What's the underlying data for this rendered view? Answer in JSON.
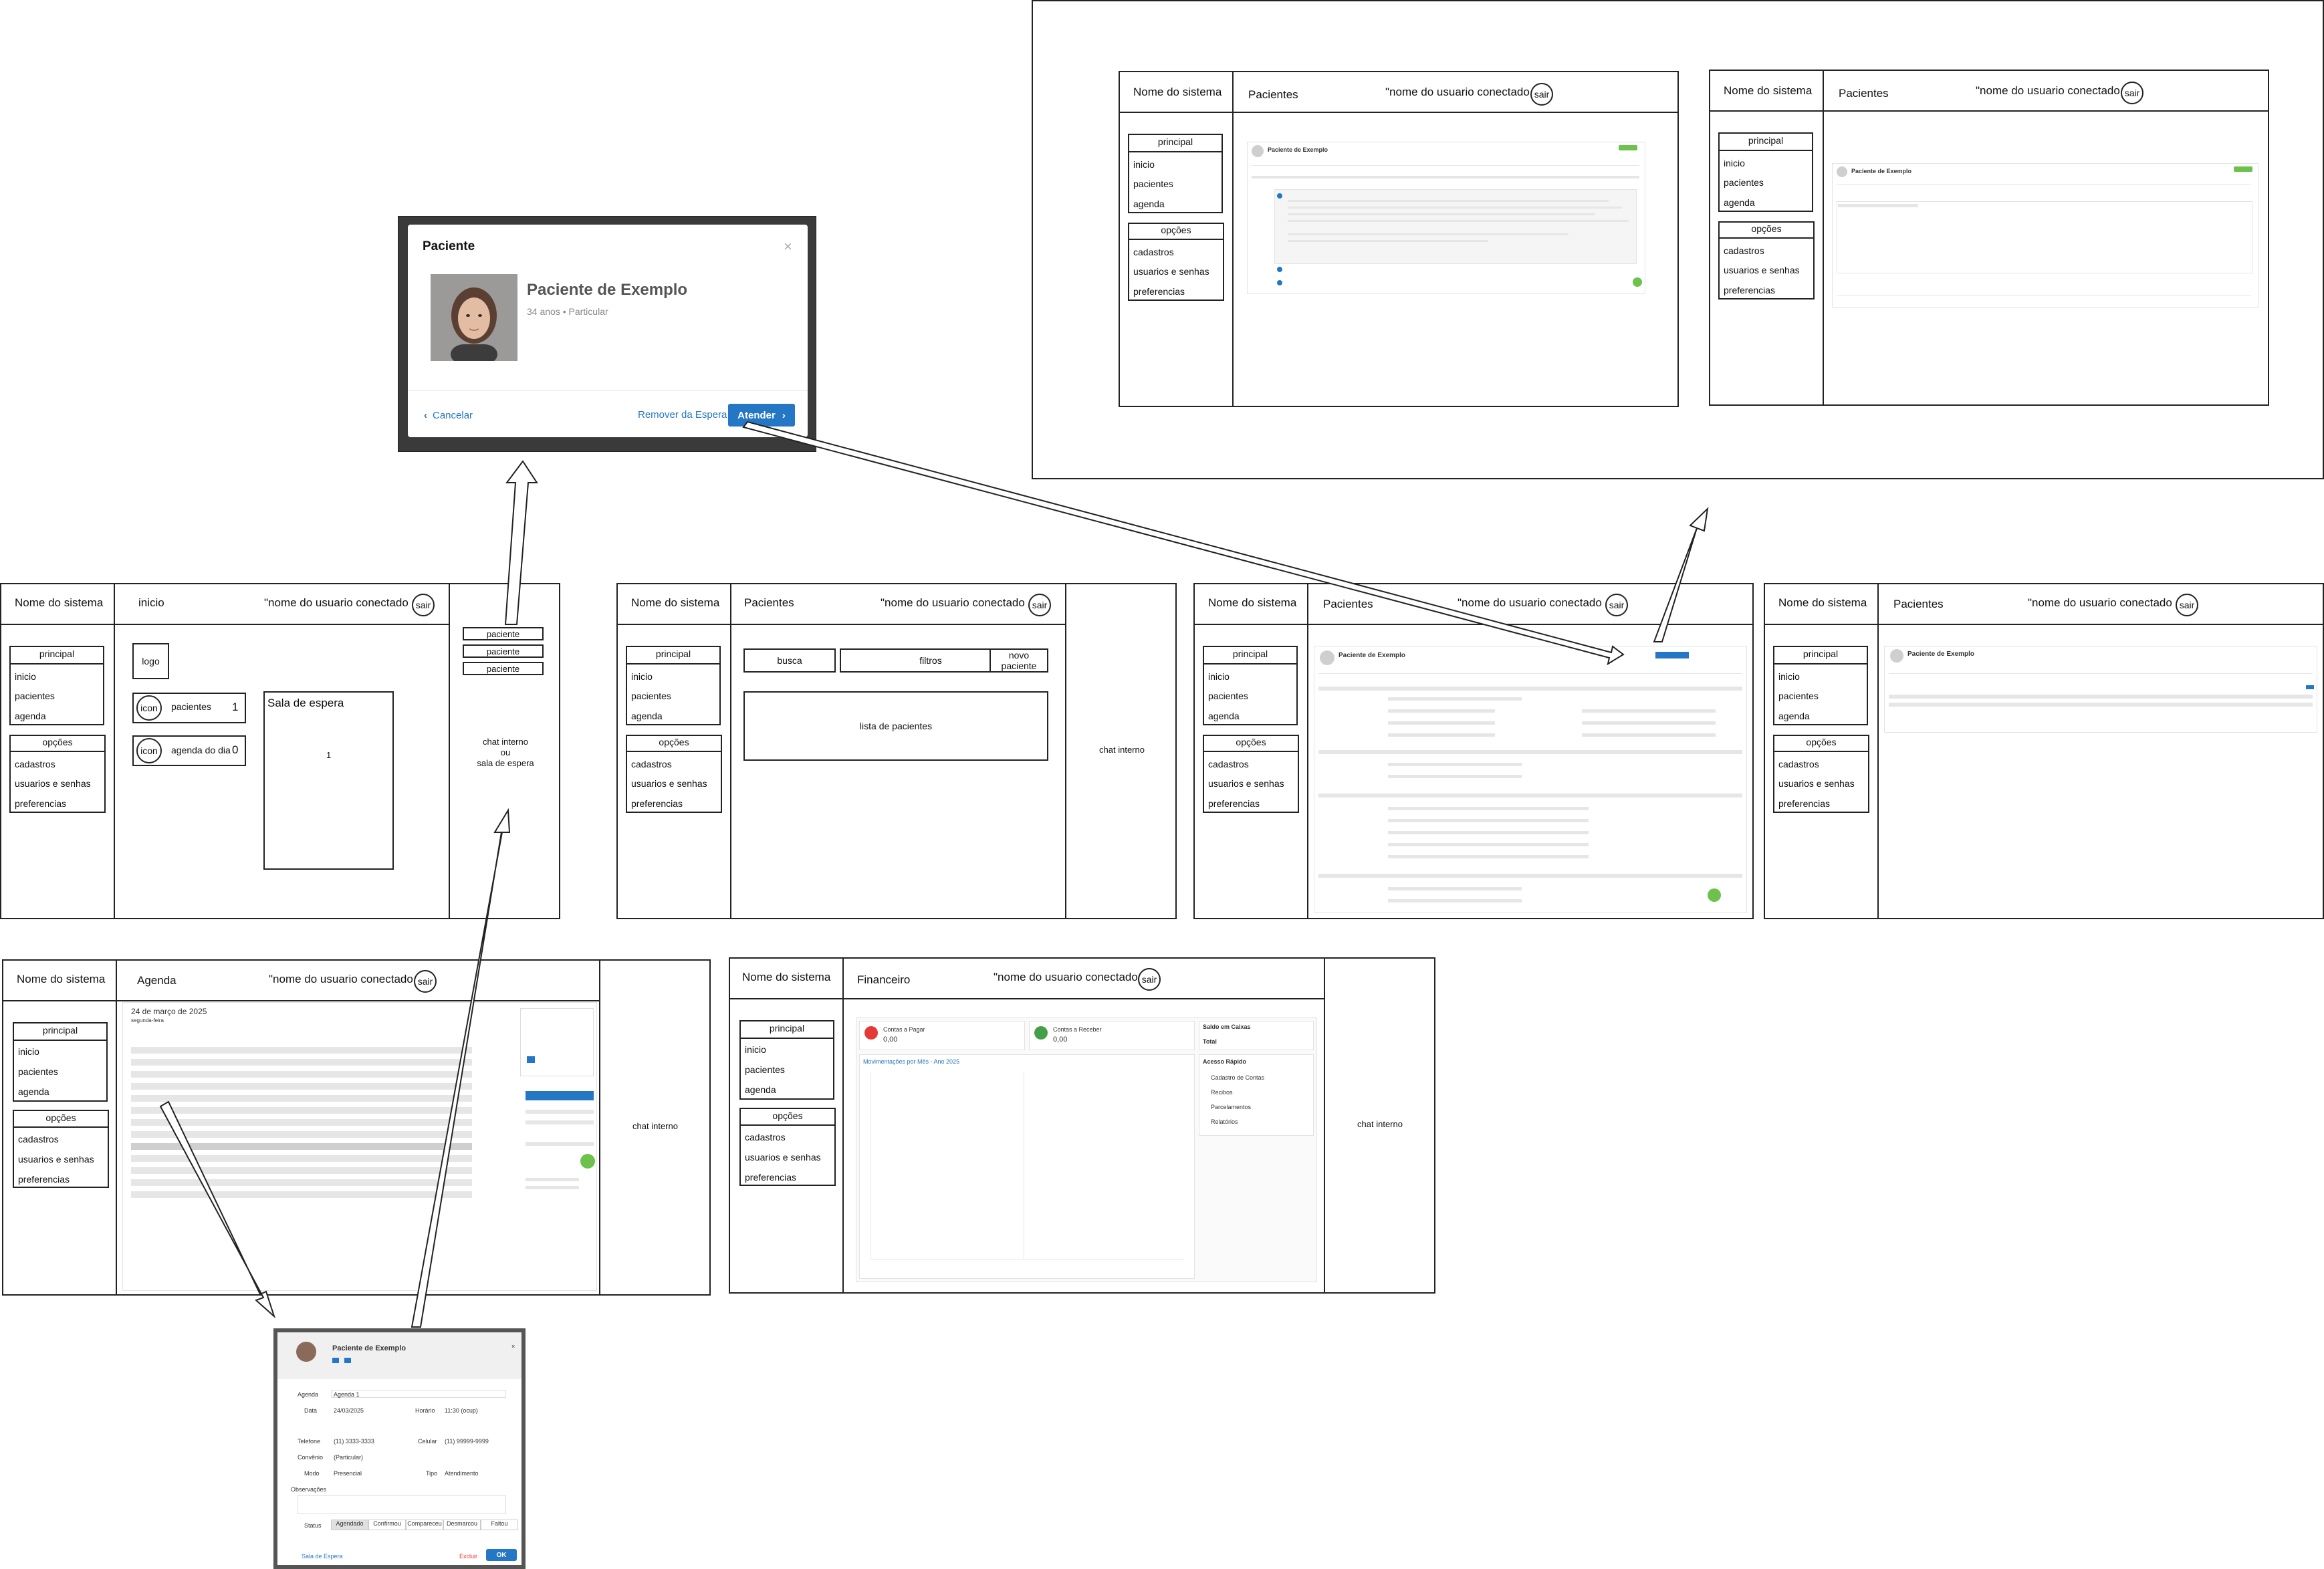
{
  "app": {
    "system_name": "Nome do sistema",
    "user_name": "\"nome do usuario conectado",
    "logout": "sair"
  },
  "menu": {
    "principal_title": "principal",
    "principal_items": [
      "inicio",
      "pacientes",
      "agenda"
    ],
    "opcoes_title": "opções",
    "opcoes_items": [
      "cadastros",
      "usuarios e senhas",
      "preferencias"
    ]
  },
  "screens": {
    "inicio": {
      "title": "inicio",
      "logo": "logo",
      "icon": "icon",
      "patients_label": "pacientes",
      "patients_count": "1",
      "schedule_label": "agenda do dia",
      "schedule_count": "0",
      "waiting_title": "Sala de espera",
      "waiting_count": "1",
      "side_items": [
        "paciente",
        "paciente",
        "paciente"
      ],
      "side_text": [
        "chat interno",
        "ou",
        "sala de espera"
      ]
    },
    "pacientes": {
      "title": "Pacientes",
      "search": "busca",
      "filters": "filtros",
      "new_patient": "novo paciente",
      "list": "lista de pacientes",
      "side_text": "chat interno"
    },
    "paciente_detalhe": {
      "title": "Pacientes"
    },
    "paciente_lista": {
      "title": "Pacientes"
    },
    "paciente_prontuario": {
      "title": "Pacientes"
    },
    "paciente_editor": {
      "title": "Pacientes"
    },
    "agenda": {
      "title": "Agenda",
      "side_text": "chat interno",
      "date_heading": "24 de março de 2025",
      "weekday": "segunda-feira"
    },
    "financeiro": {
      "title": "Financeiro",
      "side_text": "chat interno",
      "card1": "Contas a Pagar",
      "card1_value": "0,00",
      "card2": "Contas a Receber",
      "card2_value": "0,00",
      "card3": "Saldo em Caixas",
      "card3_total": "Total",
      "chart_title": "Movimentações por Mês - Ano 2025",
      "quick_title": "Acesso Rápido",
      "quick_items": [
        "Cadastro de Contas",
        "Recibos",
        "Parcelamentos",
        "Relatórios"
      ]
    }
  },
  "modal_paciente": {
    "header": "Paciente",
    "close": "×",
    "patient_name": "Paciente de Exemplo",
    "patient_info": "34 anos • Particular",
    "cancel": "Cancelar",
    "remove": "Remover da Espera",
    "attend": "Atender"
  },
  "modal_agenda": {
    "patient_name": "Paciente de Exemplo",
    "labels": [
      "Agenda",
      "Data",
      "Horário",
      "Telefone",
      "Celular",
      "Convênio",
      "Modo",
      "Tipo",
      "Observações",
      "Status"
    ],
    "values": [
      "Agenda 1",
      "24/03/2025",
      "11:30 (ocup)",
      "(11) 3333-3333",
      "(11) 99999-9999",
      "(Particular)",
      "Presencial",
      "Atendimento"
    ],
    "status_options": [
      "Agendado",
      "Confirmou",
      "Compareceu",
      "Desmarcou",
      "Faltou"
    ],
    "waiting_link": "Sala de Espera",
    "delete": "Excluir",
    "ok": "OK"
  },
  "colors": {
    "accent": "#2477c4",
    "border": "#222222",
    "danger": "#e53935",
    "success": "#6cc24a"
  }
}
